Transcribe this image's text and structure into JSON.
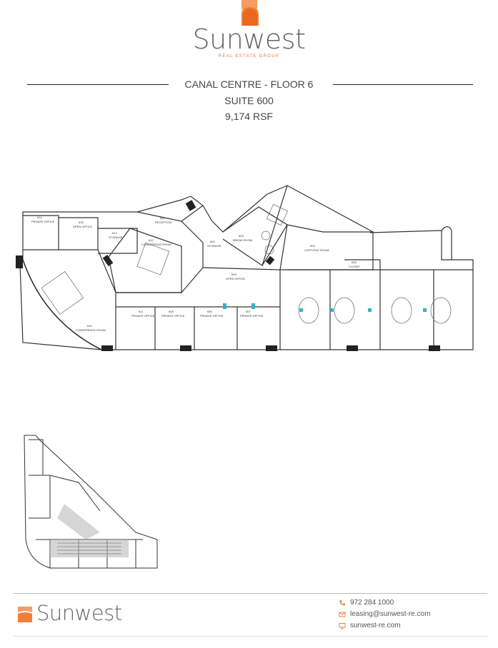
{
  "brand": {
    "name": "Sunwest",
    "tagline": "REAL ESTATE GROUP",
    "accent_color": "#f07f3c"
  },
  "title": {
    "line1": "CANAL CENTRE - FLOOR 6",
    "line2": "SUITE 600",
    "line3": "9,174 RSF"
  },
  "floorplan": {
    "rooms": [
      {
        "label": "PRIVATE OFFICE",
        "number": "614"
      },
      {
        "label": "OPEN OFFICE",
        "number": "615"
      },
      {
        "label": "STORAGE",
        "number": "613"
      },
      {
        "label": "RECEPTION",
        "number": "601"
      },
      {
        "label": "CONFERENCE ROOM",
        "number": "612"
      },
      {
        "label": "STORAGE",
        "number": "602"
      },
      {
        "label": "BREAK ROOM",
        "number": "603"
      },
      {
        "label": "COPY/FILE ROOM",
        "number": "604"
      },
      {
        "label": "CLOSET",
        "number": "605"
      },
      {
        "label": "OPEN OFFICE",
        "number": "609"
      },
      {
        "label": "CONFERENCE ROOM",
        "number": "610"
      },
      {
        "label": "PRIVATE OFFICE",
        "number": "611"
      },
      {
        "label": "PRIVATE OFFICE",
        "number": "606"
      },
      {
        "label": "PRIVATE OFFICE",
        "number": "608"
      },
      {
        "label": "PRIVATE OFFICE",
        "number": "607"
      }
    ]
  },
  "footer": {
    "brand": "Sunwest",
    "phone": "972 284 1000",
    "email": "leasing@sunwest-re.com",
    "website": "sunwest-re.com",
    "icons": [
      "phone-icon",
      "mail-icon",
      "monitor-icon"
    ]
  }
}
